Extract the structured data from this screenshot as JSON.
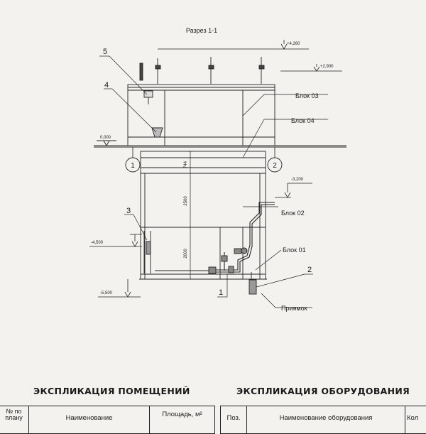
{
  "section_title": "Разрез 1-1",
  "levels": {
    "top": "+4,260",
    "roof": "+2,900",
    "ground": "0,000",
    "block02": "-3,200",
    "block01": "-4,500",
    "bottom": "-5,500"
  },
  "dimensions": {
    "d1": "744",
    "d2": "2500",
    "d3": "2000"
  },
  "callouts": [
    "1",
    "2",
    "3",
    "4",
    "5"
  ],
  "axes": [
    "1",
    "2"
  ],
  "blocks": {
    "b03": "Блок 03",
    "b04": "Блок 04",
    "b02": "Блок 02",
    "b01": "Блок 01"
  },
  "pit_label": "Приямок",
  "rooms_table": {
    "heading": "ЭКСПЛИКАЦИЯ ПОМЕЩЕНИЙ",
    "col_no": "№ по плану",
    "col_name": "Наименование",
    "col_area": "Площадь, м²"
  },
  "equipment_table": {
    "heading": "ЭКСПЛИКАЦИЯ ОБОРУДОВАНИЯ",
    "col_pos": "Поз.",
    "col_name": "Наименование оборудования",
    "col_qty": "Кол"
  }
}
